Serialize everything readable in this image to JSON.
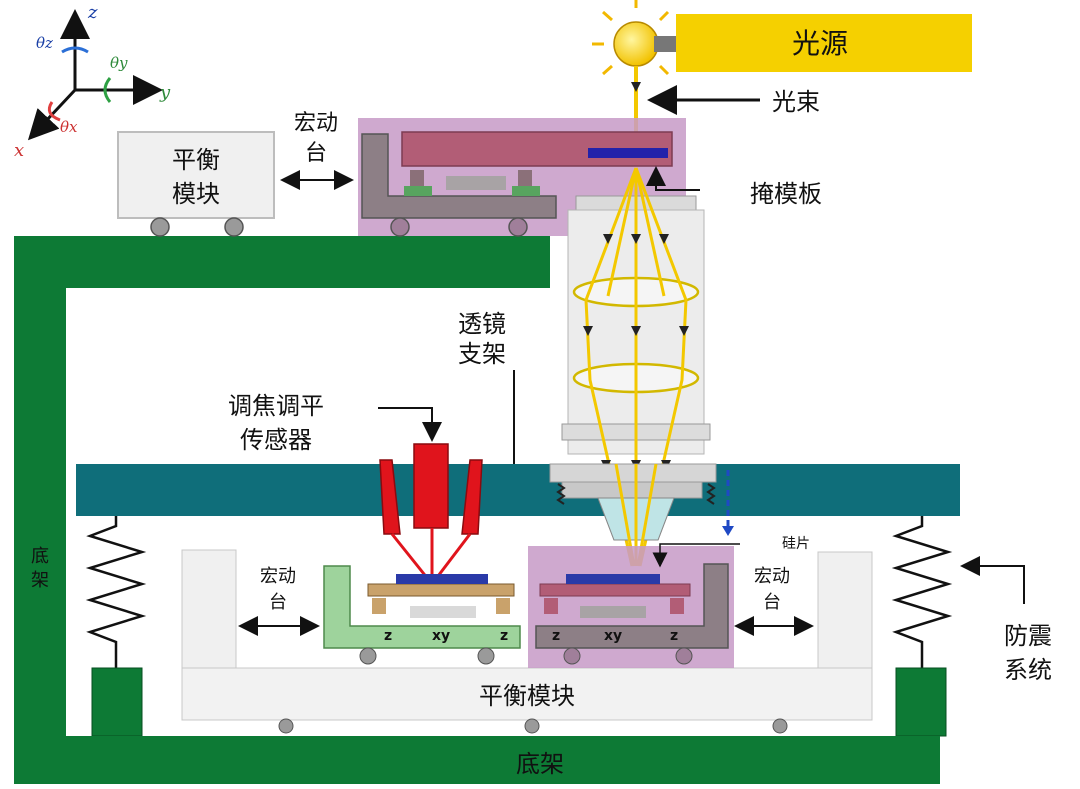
{
  "labels": {
    "light_source": "光源",
    "light_beam": "光束",
    "mask": "掩模板",
    "macro_stage_top_1": "宏动",
    "macro_stage_top_2": "台",
    "balance_top_1": "平衡",
    "balance_top_2": "模块",
    "lens_holder_1": "透镜",
    "lens_holder_2": "支架",
    "focus_sensor_1": "调焦调平",
    "focus_sensor_2": "传感器",
    "frame_side_1": "底",
    "frame_side_2": "架",
    "wafer": "硅片",
    "macro_left_1": "宏动",
    "macro_left_2": "台",
    "macro_right_1": "宏动",
    "macro_right_2": "台",
    "vibration_1": "防震",
    "vibration_2": "系统",
    "balance_bottom": "平衡模块",
    "frame_bottom": "底架",
    "stage_z": "z",
    "stage_xy": "xy"
  },
  "axes": {
    "z": "z",
    "y": "y",
    "x": "x",
    "theta_z": "θz",
    "theta_y": "θy",
    "theta_x": "θx"
  },
  "colors": {
    "frame_green": "#0d7a35",
    "table_teal": "#0f6e7a",
    "light_yellow": "#f5d000",
    "beam_yellow": "#f3c800",
    "sensor_red": "#e0141c",
    "stage_purple": "#c79ac7",
    "stage_green": "#9ed39c",
    "lens_gray": "#e6e6e6"
  }
}
